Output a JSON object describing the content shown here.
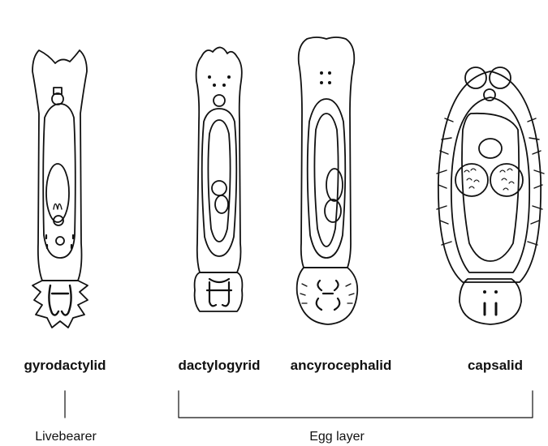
{
  "organisms": [
    {
      "id": "gyrodactylid",
      "label": "gyrodactylid"
    },
    {
      "id": "dactylogyrid",
      "label": "dactylogyrid"
    },
    {
      "id": "ancyrocephalid",
      "label": "ancyrocephalid"
    },
    {
      "id": "capsalid",
      "label": "capsalid"
    }
  ],
  "groups": {
    "livebearer": "Livebearer",
    "egg_layer": "Egg layer"
  },
  "colors": {
    "ink": "#111111",
    "background": "#ffffff"
  }
}
